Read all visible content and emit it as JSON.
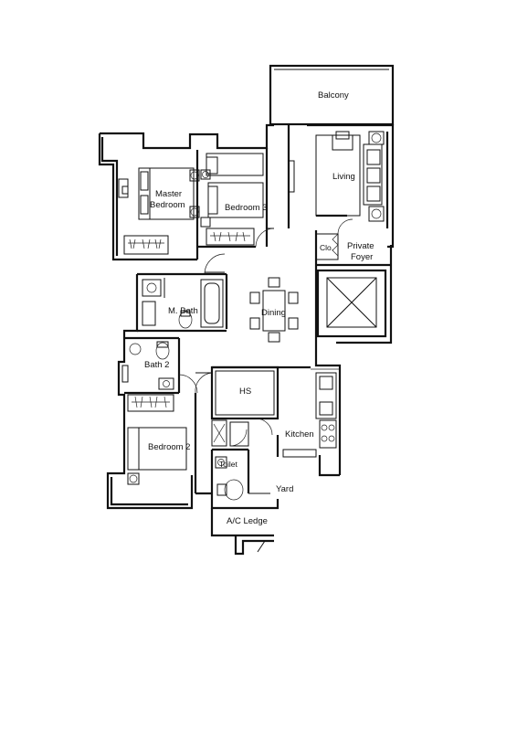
{
  "rooms": {
    "balcony": "Balcony",
    "living": "Living",
    "master_bedroom_l1": "Master",
    "master_bedroom_l2": "Bedroom",
    "bedroom3": "Bedroom 3",
    "closet": "Clo.",
    "private_foyer_l1": "Private",
    "private_foyer_l2": "Foyer",
    "m_bath": "M. Bath",
    "dining": "Dining",
    "bath2": "Bath 2",
    "hs": "HS",
    "kitchen": "Kitchen",
    "bedroom2": "Bedroom 2",
    "toilet": "Toilet",
    "yard": "Yard",
    "ac_ledge": "A/C Ledge"
  }
}
